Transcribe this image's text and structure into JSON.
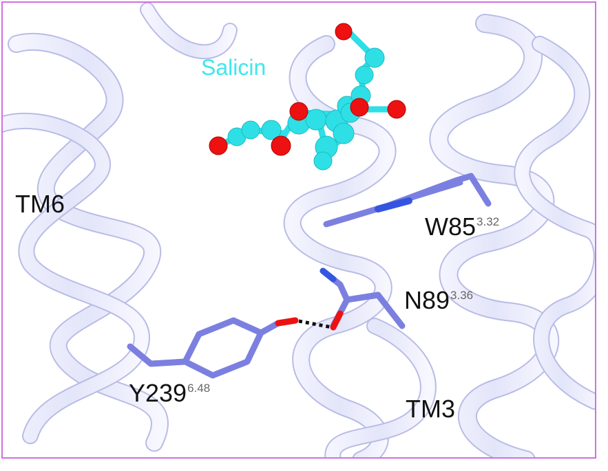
{
  "labels": {
    "salicin": "Salicin",
    "tm6": "TM6",
    "tm3": "TM3",
    "w85": {
      "name": "W85",
      "sup": "3.32"
    },
    "n89": {
      "name": "N89",
      "sup": "3.36"
    },
    "y239": {
      "name": "Y239",
      "sup": "6.48"
    }
  },
  "colors": {
    "border": "#d070e0",
    "ribbon": "#e4e6fa",
    "ribbon_edge": "#b8bce6",
    "residue": "#7b80e0",
    "nitrogen": "#3555e0",
    "oxygen": "#ee1111",
    "carbon_ligand": "#2ee0e6",
    "salicin_label": "#3ee6ee",
    "hbond": "#111111"
  }
}
